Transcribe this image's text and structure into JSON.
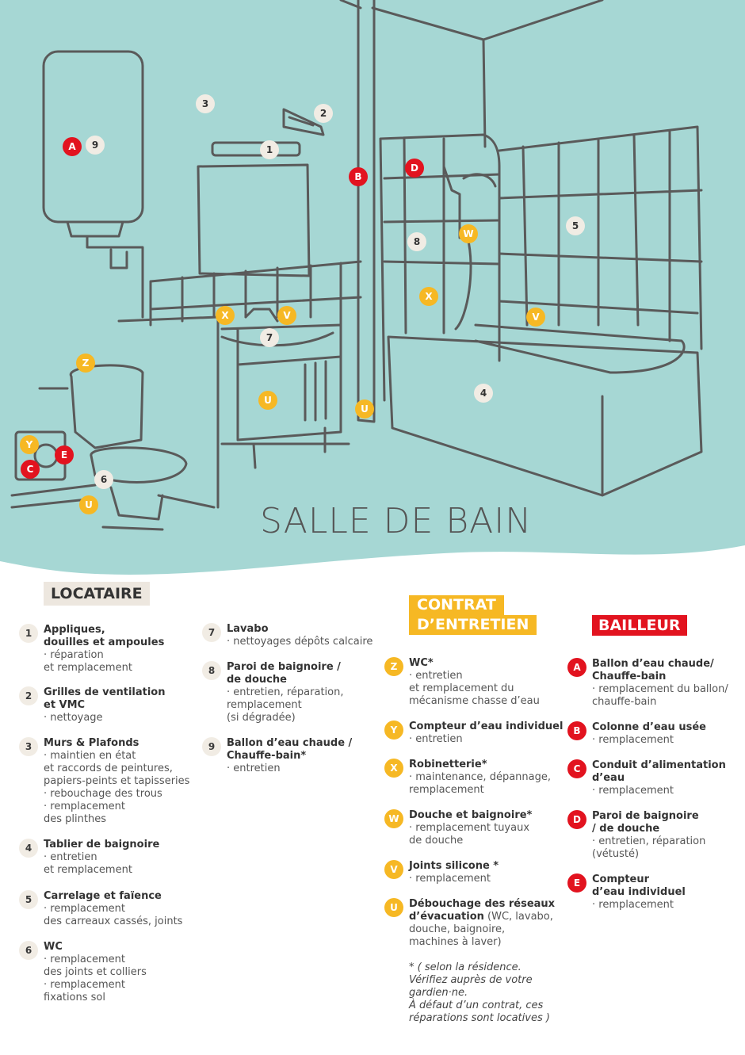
{
  "title": "SALLE DE BAIN",
  "colors": {
    "background": "#a6d7d4",
    "locataire": "#f1ece4",
    "contrat": "#f6b824",
    "bailleur": "#e2131f"
  },
  "markers": [
    {
      "label": "3"
    },
    {
      "label": "2"
    },
    {
      "label": "1"
    },
    {
      "label": "A"
    },
    {
      "label": "9"
    },
    {
      "label": "B"
    },
    {
      "label": "D"
    },
    {
      "label": "W"
    },
    {
      "label": "8"
    },
    {
      "label": "5"
    },
    {
      "label": "X"
    },
    {
      "label": "V"
    },
    {
      "label": "7"
    },
    {
      "label": "X"
    },
    {
      "label": "V"
    },
    {
      "label": "4"
    },
    {
      "label": "U"
    },
    {
      "label": "U"
    },
    {
      "label": "Z"
    },
    {
      "label": "Y"
    },
    {
      "label": "E"
    },
    {
      "label": "C"
    },
    {
      "label": "6"
    },
    {
      "label": "U"
    }
  ],
  "locataire": {
    "heading": "LOCATAIRE",
    "items": [
      {
        "num": "1",
        "title": "Appliques,\ndouilles et ampoules",
        "desc": "· réparation\net remplacement"
      },
      {
        "num": "2",
        "title": "Grilles de ventilation\net VMC",
        "desc": "· nettoyage"
      },
      {
        "num": "3",
        "title": "Murs & Plafonds",
        "desc": "· maintien en état\net raccords de peintures,\npapiers-peints et tapisseries\n· rebouchage des trous\n· remplacement\ndes plinthes"
      },
      {
        "num": "4",
        "title": "Tablier de baignoire",
        "desc": "· entretien\net remplacement"
      },
      {
        "num": "5",
        "title": "Carrelage et faïence",
        "desc": "· remplacement\ndes carreaux cassés, joints"
      },
      {
        "num": "6",
        "title": "WC",
        "desc": "· remplacement\ndes joints et colliers\n· remplacement\nfixations sol"
      },
      {
        "num": "7",
        "title": "Lavabo",
        "desc": "· nettoyages dépôts calcaire"
      },
      {
        "num": "8",
        "title": "Paroi de baignoire /\nde douche",
        "desc": "· entretien, réparation,\nremplacement\n(si dégradée)"
      },
      {
        "num": "9",
        "title": "Ballon d’eau chaude /\nChauffe-bain*",
        "desc": "· entretien"
      }
    ]
  },
  "contrat": {
    "heading_line1": "CONTRAT",
    "heading_line2": "D’ENTRETIEN",
    "items": [
      {
        "num": "Z",
        "title": "WC*",
        "desc": "· entretien\net remplacement du\nmécanisme chasse d’eau"
      },
      {
        "num": "Y",
        "title": "Compteur d’eau individuel",
        "desc": "· entretien"
      },
      {
        "num": "X",
        "title": "Robinetterie*",
        "desc": "· maintenance, dépannage,\nremplacement"
      },
      {
        "num": "W",
        "title": "Douche et baignoire*",
        "desc": "· remplacement tuyaux\nde douche"
      },
      {
        "num": "V",
        "title": "Joints silicone *",
        "desc": "· remplacement"
      },
      {
        "num": "U",
        "title": "Débouchage des réseaux\nd’évacuation",
        "desc": " (WC, lavabo,\ndouche, baignoire,\nmachines à laver)"
      }
    ],
    "note": "* ( selon la résidence.\nVérifiez auprès de votre\ngardien·ne.\nÀ défaut d’un contrat, ces\nréparations sont locatives )"
  },
  "bailleur": {
    "heading": "BAILLEUR",
    "items": [
      {
        "num": "A",
        "title": "Ballon d’eau chaude/\nChauffe-bain",
        "desc": "· remplacement du ballon/\nchauffe-bain"
      },
      {
        "num": "B",
        "title": "Colonne d’eau usée",
        "desc": "· remplacement"
      },
      {
        "num": "C",
        "title": "Conduit d’alimentation\nd’eau",
        "desc": "· remplacement"
      },
      {
        "num": "D",
        "title": "Paroi de baignoire\n/ de douche",
        "desc": "· entretien, réparation\n(vétusté)"
      },
      {
        "num": "E",
        "title": "Compteur\nd’eau individuel",
        "desc": "· remplacement"
      }
    ]
  }
}
